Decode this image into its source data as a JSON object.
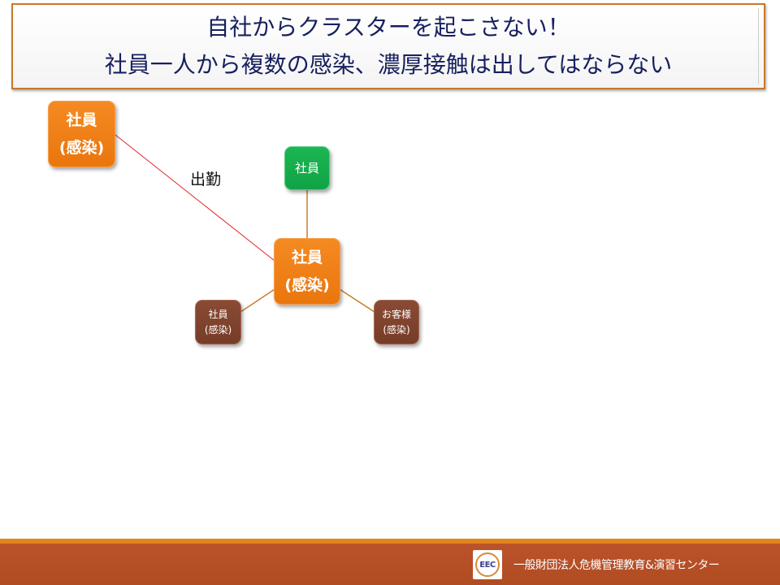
{
  "title": {
    "line1": "自社からクラスターを起こさない！",
    "line2": "社員一人から複数の感染、濃厚接触は出してはならない"
  },
  "nodes": {
    "source": {
      "line1": "社員",
      "line2": "(感染)",
      "color": "#f07f16"
    },
    "center": {
      "line1": "社員",
      "line2": "(感染)",
      "color": "#f07f16"
    },
    "top": {
      "line1": "社員",
      "color": "#16ad4c"
    },
    "left": {
      "line1": "社員",
      "line2": "(感染)",
      "color": "#803f2b"
    },
    "right": {
      "line1": "お客様",
      "line2": "(感染)",
      "color": "#803f2b"
    }
  },
  "edge_label": "出勤",
  "colors": {
    "edge_red": "#e52427",
    "edge_brown": "#c87b2e",
    "footer_band": "#b4502a",
    "footer_line": "#e2851d",
    "title_text": "#17205e"
  },
  "footer": {
    "logo_text": "EEC",
    "org_name": "一般財団法人危機管理教育&演習センター"
  }
}
